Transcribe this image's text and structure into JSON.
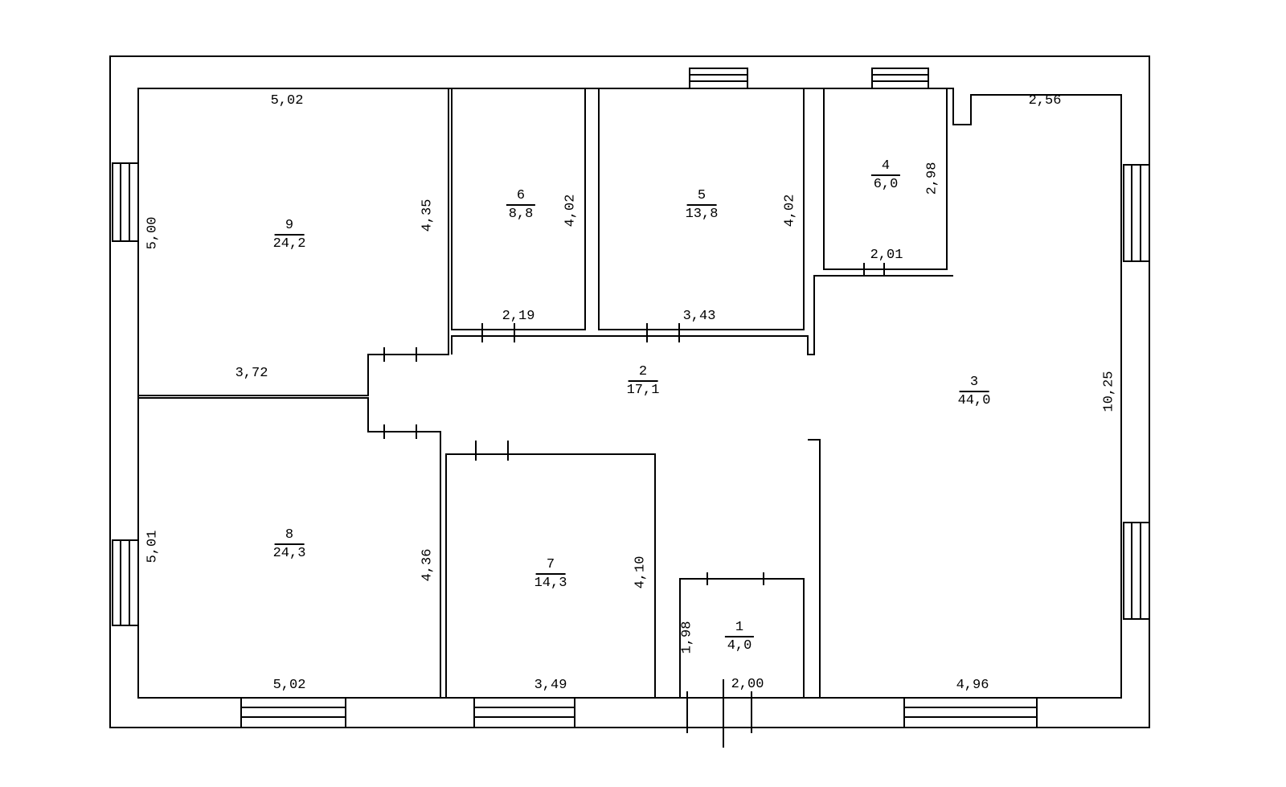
{
  "rooms": [
    {
      "number": "1",
      "area": "4,0"
    },
    {
      "number": "2",
      "area": "17,1"
    },
    {
      "number": "3",
      "area": "44,0"
    },
    {
      "number": "4",
      "area": "6,0"
    },
    {
      "number": "5",
      "area": "13,8"
    },
    {
      "number": "6",
      "area": "8,8"
    },
    {
      "number": "7",
      "area": "14,3"
    },
    {
      "number": "8",
      "area": "24,3"
    },
    {
      "number": "9",
      "area": "24,2"
    }
  ],
  "dimensions": {
    "room9_top": "5,02",
    "room9_left": "5,00",
    "room9_right": "4,35",
    "room9_bottom": "3,72",
    "room6_right": "4,02",
    "room6_bottom": "2,19",
    "room5_right": "4,02",
    "room5_bottom": "3,43",
    "room4_right": "2,98",
    "room4_bottom": "2,01",
    "top_right": "2,56",
    "room3_right": "10,25",
    "room3_bottom": "4,96",
    "room8_left": "5,01",
    "room8_right": "4,36",
    "room8_bottom": "5,02",
    "room7_right": "4,10",
    "room7_bottom": "3,49",
    "room1_left": "1,98",
    "room1_bottom": "2,00"
  }
}
